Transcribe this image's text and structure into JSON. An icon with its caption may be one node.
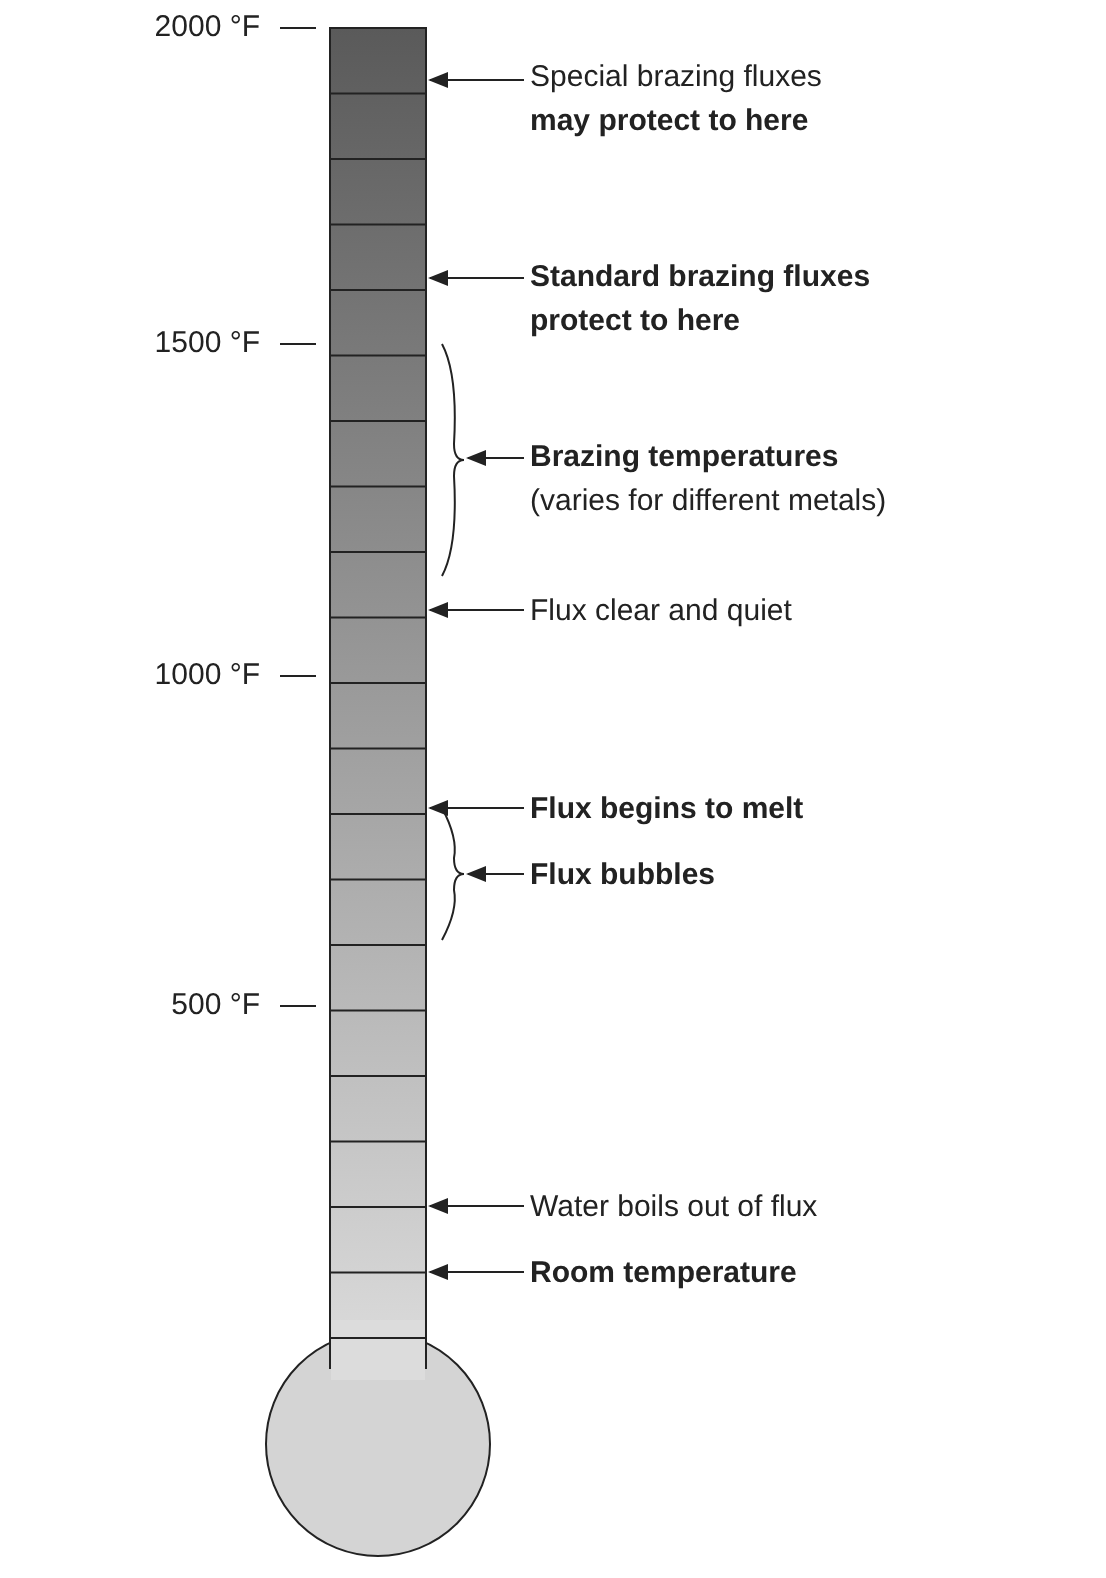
{
  "diagram": {
    "nodes": [
      {
        "text": [
          "Special brazing fluxes **may protect to here**"
        ]
      },
      {
        "text": [
          "Standard brazing fluxes protect to here"
        ]
      },
      {
        "text": [
          "Brazing temperatures",
          "(varies for different metals)"
        ]
      },
      {
        "text": [
          "Flux clear and quiet"
        ]
      },
      {
        "text": [
          "Flux begins to melt"
        ]
      },
      {
        "text": [
          "Flux bubbles"
        ]
      },
      {
        "text": [
          "Water boils out of flux"
        ]
      },
      {
        "text": [
          "Room temperature"
        ]
      }
    ],
    "edges": [
      {
        "from": 0,
        "to": null,
        "arrow": "to"
      },
      {
        "from": 1,
        "to": null,
        "arrow": "to"
      },
      {
        "from": 2,
        "to": null,
        "arrow": "to"
      },
      {
        "from": 3,
        "to": null,
        "arrow": "to"
      },
      {
        "from": 4,
        "to": null,
        "arrow": "to"
      },
      {
        "from": 5,
        "to": null,
        "arrow": "to"
      },
      {
        "from": 6,
        "to": null,
        "arrow": "to"
      },
      {
        "from": 7,
        "to": null,
        "arrow": "to"
      }
    ],
    "labels": [
      "2000 °F",
      "1500 °F",
      "1000 °F",
      "500 °F"
    ]
  }
}
